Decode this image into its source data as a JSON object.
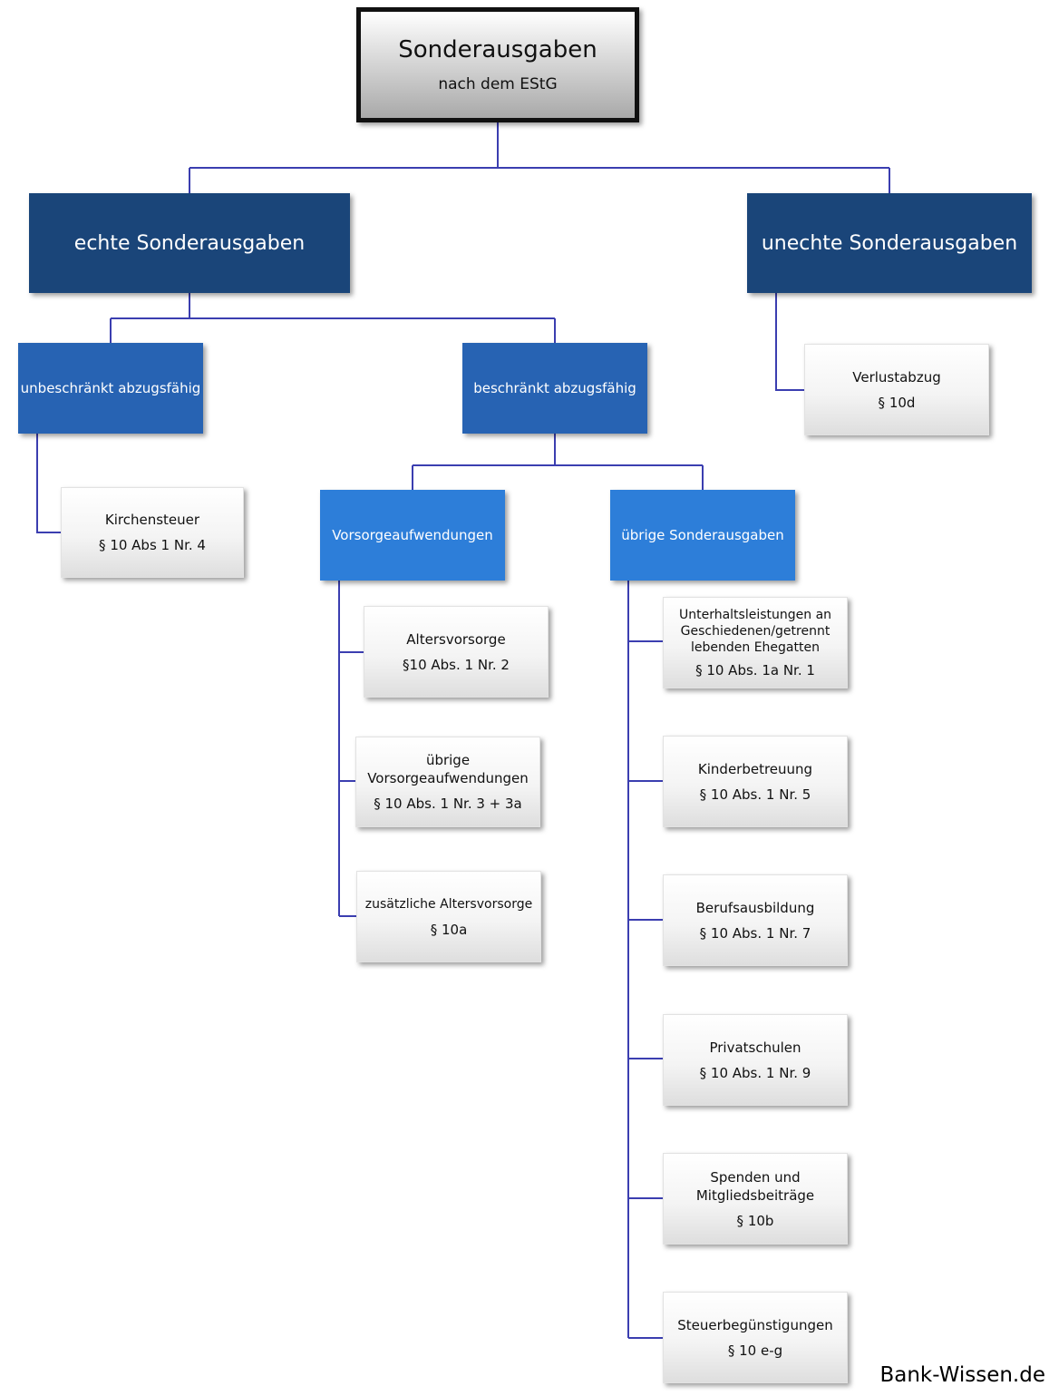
{
  "diagram": {
    "root": {
      "title": "Sonderausgaben",
      "subtitle": "nach dem EStG"
    },
    "echte": {
      "label": "echte Sonderausgaben"
    },
    "unechte": {
      "label": "unechte Sonderausgaben"
    },
    "unbeschraenkt": {
      "label": "unbeschränkt abzugsfähig"
    },
    "beschraenkt": {
      "label": "beschränkt abzugsfähig"
    },
    "verlustabzug": {
      "label": "Verlustabzug",
      "ref": "§ 10d"
    },
    "kirchensteuer": {
      "label": "Kirchensteuer",
      "ref": "§ 10 Abs 1 Nr. 4"
    },
    "vorsorge": {
      "label": "Vorsorgeaufwendungen"
    },
    "uebrige": {
      "label": "übrige Sonderausgaben"
    },
    "altersvorsorge": {
      "label": "Altersvorsorge",
      "ref": "§10 Abs. 1 Nr. 2"
    },
    "uebrige_vorsorge": {
      "label": "übrige Vorsorgeaufwendungen",
      "ref": "§ 10 Abs. 1 Nr. 3 + 3a"
    },
    "zusaetzliche": {
      "label": "zusätzliche Altersvorsorge",
      "ref": "§ 10a"
    },
    "unterhalt": {
      "label": "Unterhaltsleistungen an Geschiedenen/getrennt lebenden Ehegatten",
      "ref": "§ 10 Abs. 1a Nr. 1"
    },
    "kinder": {
      "label": "Kinderbetreuung",
      "ref": "§ 10 Abs. 1 Nr. 5"
    },
    "beruf": {
      "label": "Berufsausbildung",
      "ref": "§ 10 Abs. 1 Nr. 7"
    },
    "privat": {
      "label": "Privatschulen",
      "ref": "§ 10 Abs. 1 Nr. 9"
    },
    "spenden": {
      "label": "Spenden und Mitgliedsbeiträge",
      "ref": "§ 10b"
    },
    "steuer": {
      "label": "Steuerbegünstigungen",
      "ref": "§ 10 e-g"
    }
  },
  "watermark": "Bank-Wissen.de",
  "colors": {
    "connector": "#3b3eb0",
    "level1": "#1a4579",
    "level2": "#2763b3",
    "level3": "#2d7ed9"
  }
}
